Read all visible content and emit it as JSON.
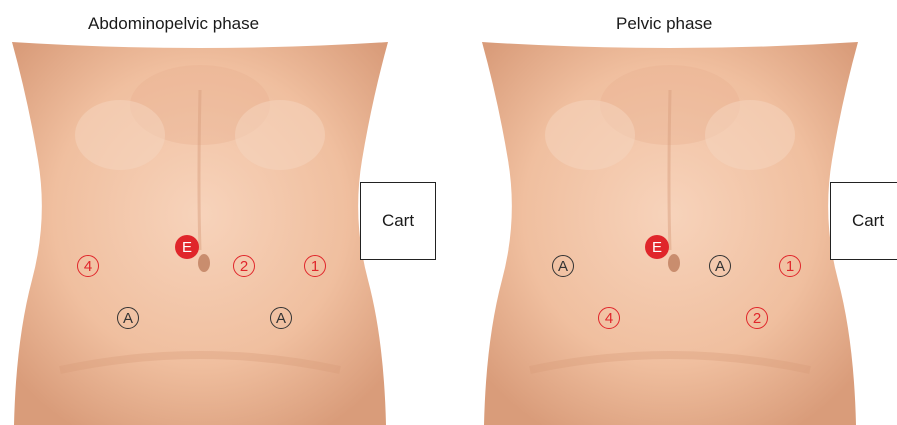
{
  "panels": {
    "left": {
      "title": "Abdominopelvic phase",
      "cart_label": "Cart",
      "ports": [
        {
          "label": "E",
          "style": "filled"
        },
        {
          "label": "4",
          "style": "red"
        },
        {
          "label": "2",
          "style": "red"
        },
        {
          "label": "1",
          "style": "red"
        },
        {
          "label": "A",
          "style": "black"
        },
        {
          "label": "A",
          "style": "black"
        }
      ]
    },
    "right": {
      "title": "Pelvic phase",
      "cart_label": "Cart",
      "ports": [
        {
          "label": "E",
          "style": "filled"
        },
        {
          "label": "A",
          "style": "black"
        },
        {
          "label": "A",
          "style": "black"
        },
        {
          "label": "1",
          "style": "red"
        },
        {
          "label": "4",
          "style": "red"
        },
        {
          "label": "2",
          "style": "red"
        }
      ]
    }
  },
  "colors": {
    "port_red": "#e0262b",
    "port_black": "#333333",
    "skin": "#f2c2a4"
  }
}
